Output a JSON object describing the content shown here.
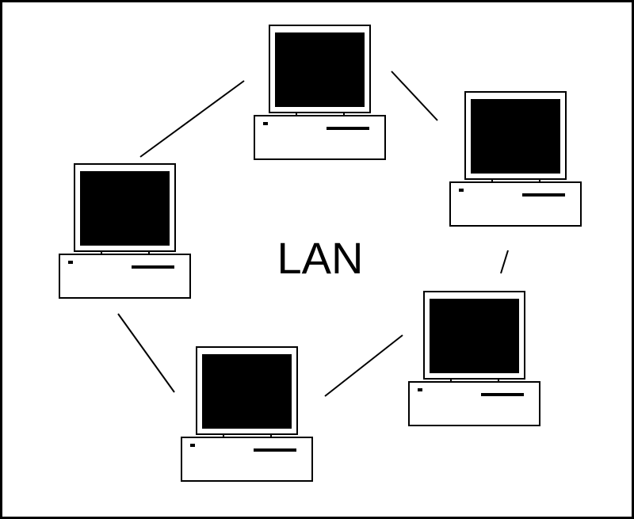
{
  "diagram": {
    "center_label": "LAN",
    "node_icon": "desktop-computer-icon",
    "nodes": [
      {
        "id": "computer-top"
      },
      {
        "id": "computer-right-upper"
      },
      {
        "id": "computer-right-lower"
      },
      {
        "id": "computer-bottom"
      },
      {
        "id": "computer-left"
      }
    ],
    "links": [
      {
        "from": "computer-left",
        "to": "computer-top"
      },
      {
        "from": "computer-top",
        "to": "computer-right-upper"
      },
      {
        "from": "computer-right-upper",
        "to": "computer-right-lower"
      },
      {
        "from": "computer-right-lower",
        "to": "computer-bottom"
      },
      {
        "from": "computer-bottom",
        "to": "computer-left"
      }
    ],
    "colors": {
      "stroke": "#000000",
      "screen": "#000000",
      "background": "#ffffff"
    }
  }
}
